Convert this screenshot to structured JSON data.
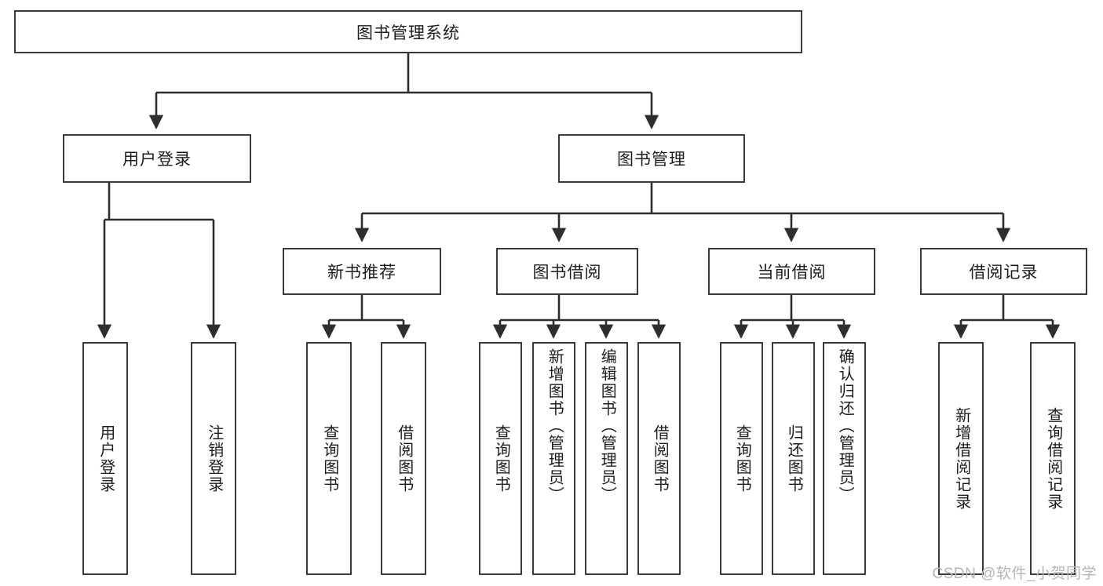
{
  "diagram": {
    "type": "tree",
    "title": "图书管理系统",
    "root": {
      "label": "图书管理系统"
    },
    "level2": [
      {
        "label": "用户登录"
      },
      {
        "label": "图书管理"
      }
    ],
    "level3": [
      {
        "label": "新书推荐"
      },
      {
        "label": "图书借阅"
      },
      {
        "label": "当前借阅"
      },
      {
        "label": "借阅记录"
      }
    ],
    "leaves": {
      "user_login": [
        {
          "label": "用户登录"
        },
        {
          "label": "注销登录"
        }
      ],
      "new_book_recommend": [
        {
          "label": "查询图书"
        },
        {
          "label": "借阅图书"
        }
      ],
      "book_borrow": [
        {
          "label": "查询图书"
        },
        {
          "label": "新增图书（管理员）"
        },
        {
          "label": "编辑图书（管理员）"
        },
        {
          "label": "借阅图书"
        }
      ],
      "current_borrow": [
        {
          "label": "查询图书"
        },
        {
          "label": "归还图书"
        },
        {
          "label": "确认归还（管理员）"
        }
      ],
      "borrow_record": [
        {
          "label": "新增借阅记录"
        },
        {
          "label": "查询借阅记录"
        }
      ]
    }
  },
  "watermark": {
    "text": "CSDN @软件_小贺同学"
  },
  "colors": {
    "stroke": "#3a3a3a",
    "background": "#ffffff",
    "text": "#1d1d1d",
    "watermark": "#b6b6b6"
  }
}
